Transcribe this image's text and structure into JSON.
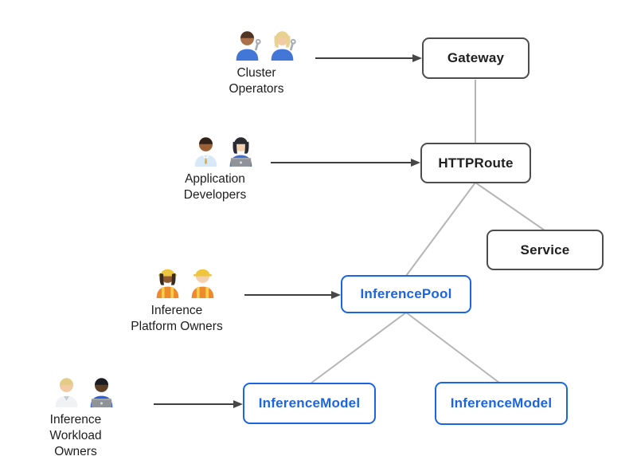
{
  "diagram": {
    "background": "#ffffff",
    "personas": [
      {
        "id": "cluster-operators",
        "label": "Cluster Operators",
        "icons": [
          "man-mechanic",
          "woman-mechanic"
        ]
      },
      {
        "id": "application-developers",
        "label": "Application Developers",
        "icons": [
          "man-office-worker",
          "woman-technologist"
        ]
      },
      {
        "id": "inference-platform-owners",
        "label": "Inference Platform Owners",
        "icons": [
          "woman-construction-worker",
          "man-construction-worker"
        ]
      },
      {
        "id": "inference-workload-owners",
        "label": "Inference Workload Owners",
        "icons": [
          "health-worker",
          "man-technologist"
        ]
      }
    ],
    "nodes": [
      {
        "id": "gateway",
        "label": "Gateway",
        "variant": "gray"
      },
      {
        "id": "httproute",
        "label": "HTTPRoute",
        "variant": "gray"
      },
      {
        "id": "service",
        "label": "Service",
        "variant": "gray"
      },
      {
        "id": "inference-pool",
        "label": "InferencePool",
        "variant": "blue"
      },
      {
        "id": "inference-model-left",
        "label": "InferenceModel",
        "variant": "blue"
      },
      {
        "id": "inference-model-right",
        "label": "InferenceModel",
        "variant": "blue"
      }
    ],
    "edges": [
      {
        "from": "gateway",
        "to": "httproute",
        "kind": "line"
      },
      {
        "from": "httproute",
        "to": "service",
        "kind": "line"
      },
      {
        "from": "httproute",
        "to": "inference-pool",
        "kind": "line"
      },
      {
        "from": "inference-pool",
        "to": "inference-model-left",
        "kind": "line"
      },
      {
        "from": "inference-pool",
        "to": "inference-model-right",
        "kind": "line"
      },
      {
        "from": "cluster-operators",
        "to": "gateway",
        "kind": "arrow"
      },
      {
        "from": "application-developers",
        "to": "httproute",
        "kind": "arrow"
      },
      {
        "from": "inference-platform-owners",
        "to": "inference-pool",
        "kind": "arrow"
      },
      {
        "from": "inference-workload-owners",
        "to": "inference-model-left",
        "kind": "arrow"
      }
    ],
    "colors": {
      "gray_node_border": "#4d4d4d",
      "gray_node_text": "#1f1f1f",
      "blue_node": "#1b66e0",
      "connector_line": "#b5b5b5",
      "arrow_line": "#3e3e3e",
      "arrowhead": "#474747"
    }
  }
}
